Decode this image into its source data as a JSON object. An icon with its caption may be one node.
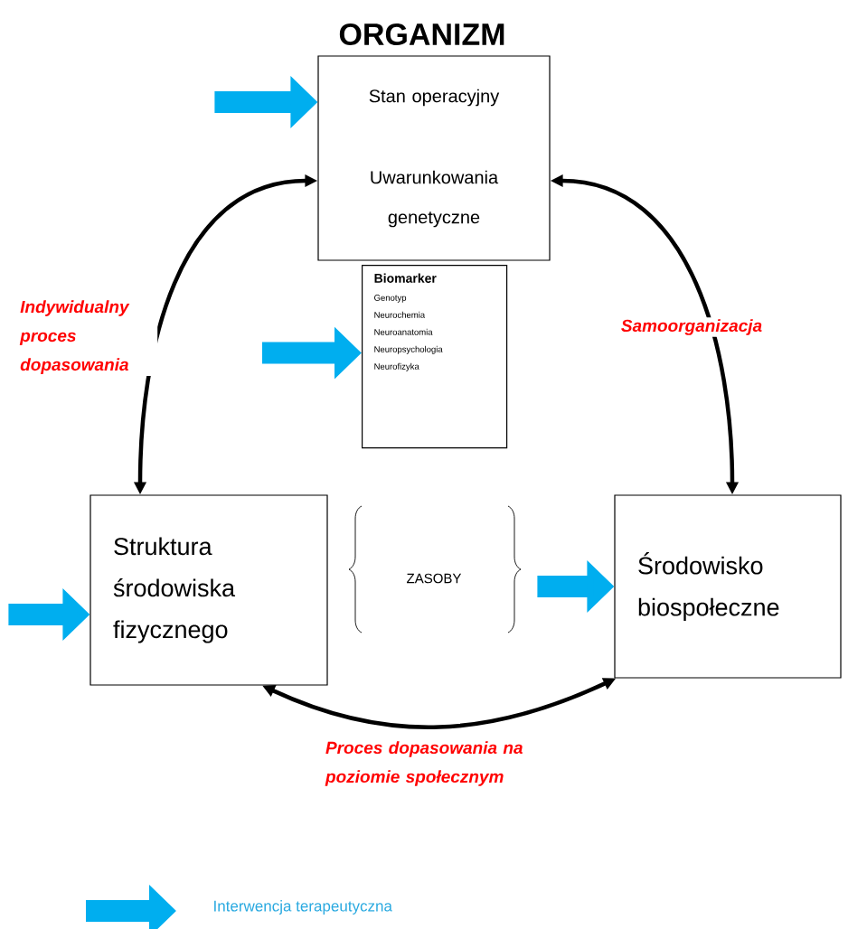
{
  "diagram": {
    "title": "ORGANIZM",
    "nodes": [
      {
        "text": [
          "Stan operacyjny",
          "Uwarunkowania genetyczne"
        ]
      },
      {
        "text": [
          "Biomarker",
          "Genotyp",
          "Neurochemia",
          "Neuroanatomia",
          "Neuropsychologia",
          "Neurofizyka"
        ]
      },
      {
        "text": [
          "Struktura środowiska fizycznego"
        ]
      },
      {
        "text": [
          "Środowisko biospołeczne"
        ]
      }
    ],
    "edges": [
      {
        "from": 0,
        "to": 2,
        "arrow": "both",
        "label": "Indywidualny proces dopasowania",
        "color": "#000000"
      },
      {
        "from": 0,
        "to": 3,
        "arrow": "both",
        "label": "Samoorganizacja",
        "color": "#000000"
      },
      {
        "from": 2,
        "to": 3,
        "arrow": "both",
        "label": "Proces dopasowania na poziomie społecznym",
        "color": "#000000"
      },
      {
        "from": null,
        "to": 0,
        "arrow": "to",
        "color": "#00aeef"
      },
      {
        "from": null,
        "to": 1,
        "arrow": "to",
        "color": "#00aeef"
      },
      {
        "from": null,
        "to": 2,
        "arrow": "to",
        "color": "#00aeef"
      },
      {
        "from": null,
        "to": 3,
        "arrow": "to",
        "color": "#00aeef"
      }
    ],
    "labels": [
      "ZASOBY"
    ],
    "legend": [
      {
        "text": "Interwencja terapeutyczna"
      }
    ]
  }
}
